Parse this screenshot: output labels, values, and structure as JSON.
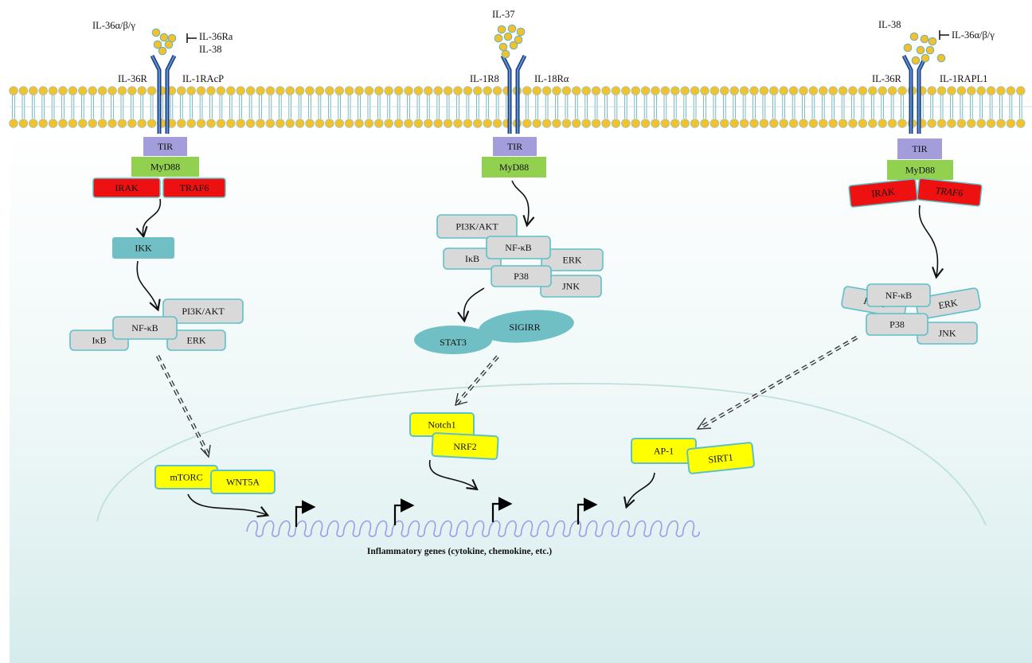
{
  "colors": {
    "membrane_head": "#f2c12e",
    "membrane_tail": "#6aaeb8",
    "tir": "#a09ad8",
    "myd88": "#8ed04c",
    "red_box": "#ee1111",
    "grey_box": "#d9d9d9",
    "teal_box": "#6fbfc4",
    "yellow_box": "#ffff00",
    "box_border": "#5ec0c8",
    "dna": "#9a9ae0",
    "background_bottom": "#d9eeee"
  },
  "left_pathway": {
    "ligand": "IL-36α/β/γ",
    "inhibitor_line1": "IL-36Ra",
    "inhibitor_line2": "IL-38",
    "receptor_left": "IL-36R",
    "receptor_right": "IL-1RAcP",
    "tir": "TIR",
    "myd88": "MyD88",
    "irak": "IRAK",
    "traf6": "TRAF6",
    "ikk": "IKK",
    "pi3k": "PI3K/AKT",
    "nfkb": "NF-κB",
    "ikb": "IκB",
    "erk": "ERK",
    "mtorc": "mTORC",
    "wnt5a": "WNT5A"
  },
  "middle_pathway": {
    "ligand": "IL-37",
    "receptor_left": "IL-1R8",
    "receptor_right": "IL-18Rα",
    "tir": "TIR",
    "myd88": "MyD88",
    "pi3k": "PI3K/AKT",
    "nfkb": "NF-κB",
    "ikb": "IκB",
    "erk": "ERK",
    "p38": "P38",
    "jnk": "JNK",
    "stat3": "STAT3",
    "sigirr": "SIGIRR",
    "notch1": "Notch1",
    "nrf2": "NRF2"
  },
  "right_pathway": {
    "ligand": "IL-38",
    "inhibitor": "IL-36α/β/γ",
    "receptor_left": "IL-36R",
    "receptor_right": "IL-1RAPL1",
    "tir": "TIR",
    "myd88": "MyD88",
    "irak": "IRAK",
    "traf6": "TRAF6",
    "roha": "RohA",
    "nfkb": "NF-κB",
    "erk": "ERK",
    "p38": "P38",
    "jnk": "JNK",
    "ap1": "AP-1",
    "sirt1": "SIRT1"
  },
  "nucleus": {
    "caption": "Inflammatory genes (cytokine, chemokine, etc.)"
  }
}
